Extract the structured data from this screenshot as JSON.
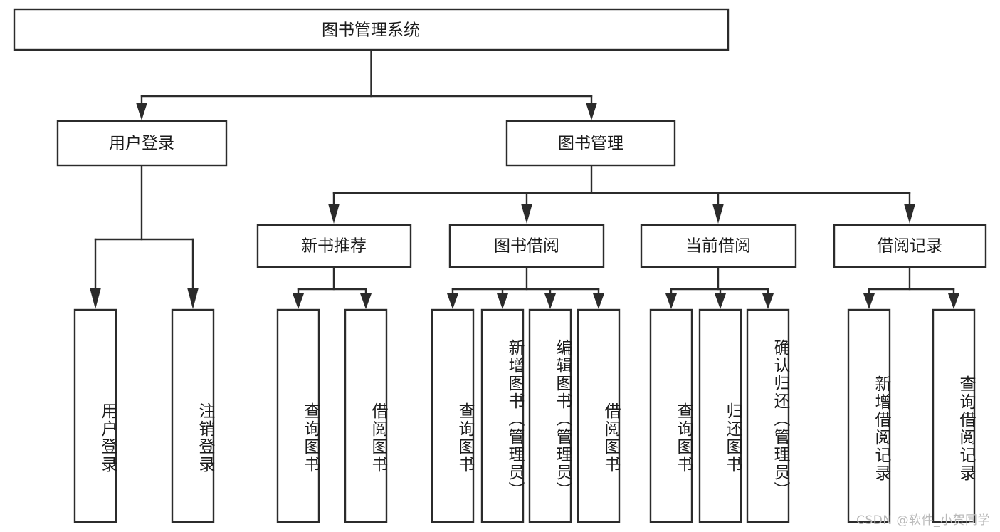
{
  "diagram": {
    "type": "tree-hierarchy-chart",
    "title": "图书管理系统",
    "orientation": "top-down",
    "colors": {
      "box_stroke": "#2b2b2b",
      "box_fill": "#ffffff",
      "text": "#1c1c1c",
      "background": "#ffffff",
      "watermark": "#b9b9b9"
    },
    "levels": [
      {
        "level": 1,
        "nodes": [
          {
            "id": "root",
            "label": "图书管理系统",
            "orientation": "horizontal"
          }
        ]
      },
      {
        "level": 2,
        "nodes": [
          {
            "id": "login",
            "label": "用户登录",
            "orientation": "horizontal",
            "parent": "root"
          },
          {
            "id": "bookmgmt",
            "label": "图书管理",
            "orientation": "horizontal",
            "parent": "root"
          }
        ]
      },
      {
        "level": 3,
        "nodes": [
          {
            "id": "newbook",
            "label": "新书推荐",
            "orientation": "horizontal",
            "parent": "bookmgmt"
          },
          {
            "id": "borrow",
            "label": "图书借阅",
            "orientation": "horizontal",
            "parent": "bookmgmt"
          },
          {
            "id": "current",
            "label": "当前借阅",
            "orientation": "horizontal",
            "parent": "bookmgmt"
          },
          {
            "id": "records",
            "label": "借阅记录",
            "orientation": "horizontal",
            "parent": "bookmgmt"
          }
        ]
      },
      {
        "level": 4,
        "nodes": [
          {
            "id": "leaf1",
            "label": "用户登录",
            "orientation": "vertical",
            "parent": "login"
          },
          {
            "id": "leaf2",
            "label": "注销登录",
            "orientation": "vertical",
            "parent": "login"
          },
          {
            "id": "leaf3",
            "label": "查询图书",
            "orientation": "vertical",
            "parent": "newbook"
          },
          {
            "id": "leaf4",
            "label": "借阅图书",
            "orientation": "vertical",
            "parent": "newbook"
          },
          {
            "id": "leaf5",
            "label": "查询图书",
            "orientation": "vertical",
            "parent": "borrow"
          },
          {
            "id": "leaf6",
            "label": "新增图书（管理员）",
            "orientation": "vertical",
            "parent": "borrow"
          },
          {
            "id": "leaf7",
            "label": "编辑图书（管理员）",
            "orientation": "vertical",
            "parent": "borrow"
          },
          {
            "id": "leaf8",
            "label": "借阅图书",
            "orientation": "vertical",
            "parent": "borrow"
          },
          {
            "id": "leaf9",
            "label": "查询图书",
            "orientation": "vertical",
            "parent": "current"
          },
          {
            "id": "leaf10",
            "label": "归还图书",
            "orientation": "vertical",
            "parent": "current"
          },
          {
            "id": "leaf11",
            "label": "确认归还（管理员）",
            "orientation": "vertical",
            "parent": "current"
          },
          {
            "id": "leaf12",
            "label": "新增借阅记录",
            "orientation": "vertical",
            "parent": "records"
          },
          {
            "id": "leaf13",
            "label": "查询借阅记录",
            "orientation": "vertical",
            "parent": "records"
          }
        ]
      }
    ]
  },
  "watermark": {
    "text": "CSDN @软件_小贺同学"
  }
}
